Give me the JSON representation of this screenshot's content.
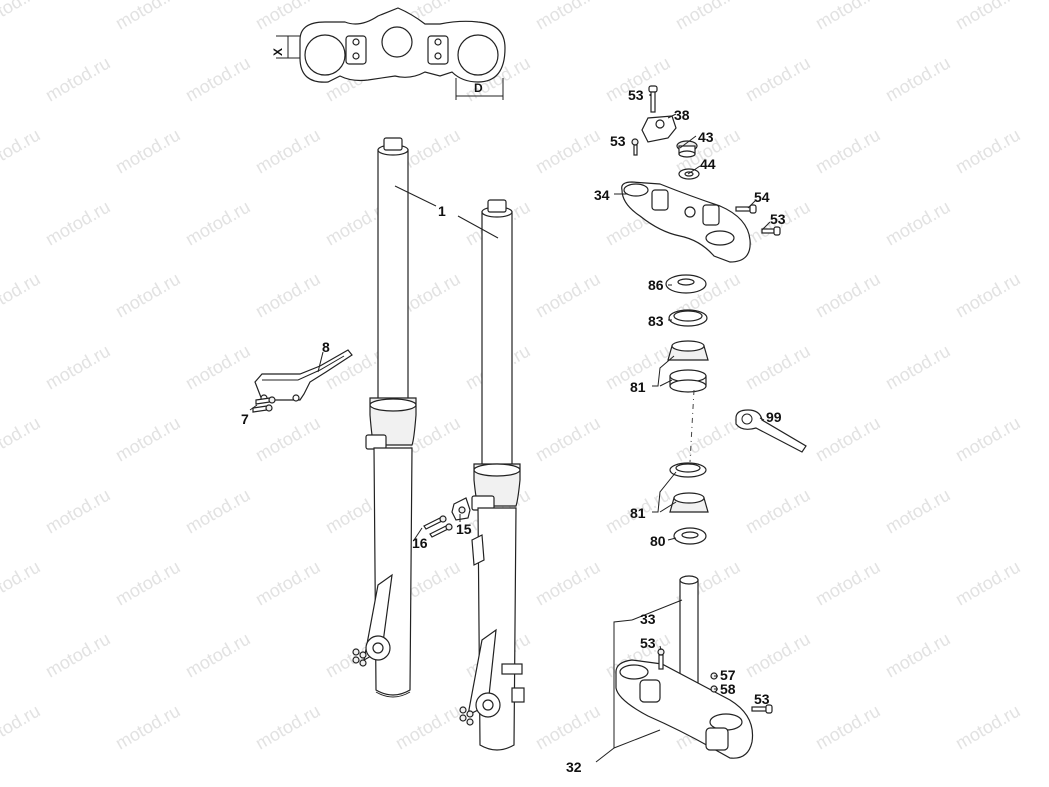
{
  "watermark": "motod.ru",
  "dimension_labels": {
    "x": "X",
    "d": "D"
  },
  "callouts": {
    "c1": "1",
    "c7": "7",
    "c8": "8",
    "c15": "15",
    "c16": "16",
    "c32": "32",
    "c33": "33",
    "c34": "34",
    "c38": "38",
    "c43": "43",
    "c44": "44",
    "c53a": "53",
    "c53b": "53",
    "c53c": "53",
    "c53d": "53",
    "c53e": "53",
    "c54": "54",
    "c57": "57",
    "c58": "58",
    "c80": "80",
    "c81a": "81",
    "c81b": "81",
    "c83": "83",
    "c86": "86",
    "c99": "99"
  }
}
